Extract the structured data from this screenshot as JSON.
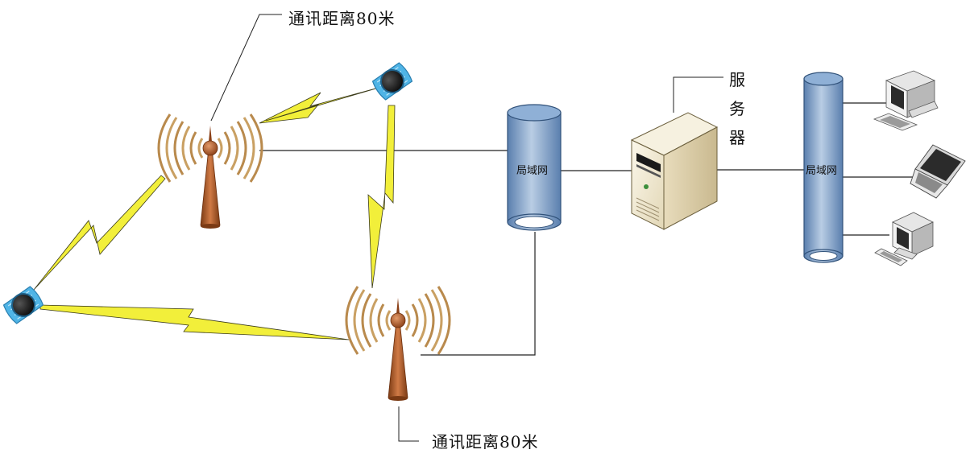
{
  "labels": {
    "tower_top_range": "通讯距离80米",
    "tower_bottom_range": "通讯距离80米",
    "server": [
      "服",
      "务",
      "器"
    ],
    "lan_left": "局域网",
    "lan_right": "局域网"
  },
  "icons": {
    "tower": "radio-tower-icon",
    "watch": "smart-watch-icon",
    "server": "server-tower-icon",
    "desktop": "desktop-computer-icon",
    "laptop": "laptop-icon"
  },
  "colors": {
    "lightning": "#f2ef3a",
    "lan_pipe": "#7e9fc6",
    "tower": "#a0522d",
    "waves": "#c9a063",
    "watch_band": "#4fb4e6"
  }
}
